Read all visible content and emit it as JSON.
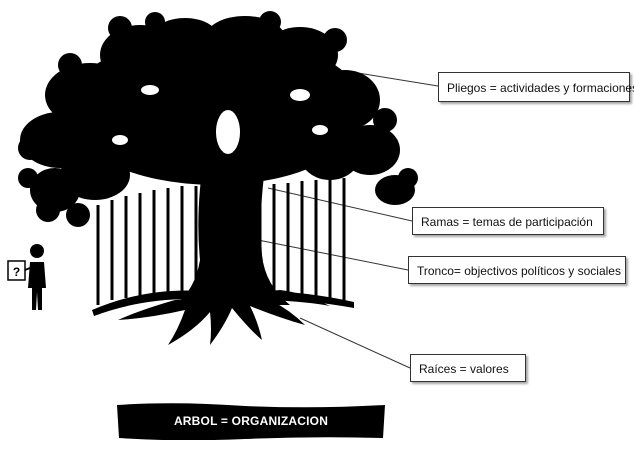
{
  "labels": {
    "pliegos": "Pliegos = actividades y formaciones",
    "ramas": "Ramas = temas de participación",
    "tronco": "Tronco= objectivos políticos y sociales",
    "raices": "Raíces = valores"
  },
  "title": "ARBOL = ORGANIZACION",
  "icons": {
    "tree": "tree-icon",
    "person": "person-with-question-sign-icon"
  },
  "colors": {
    "ink": "#000000",
    "box_border": "#333333",
    "banner_text": "#ffffff"
  }
}
